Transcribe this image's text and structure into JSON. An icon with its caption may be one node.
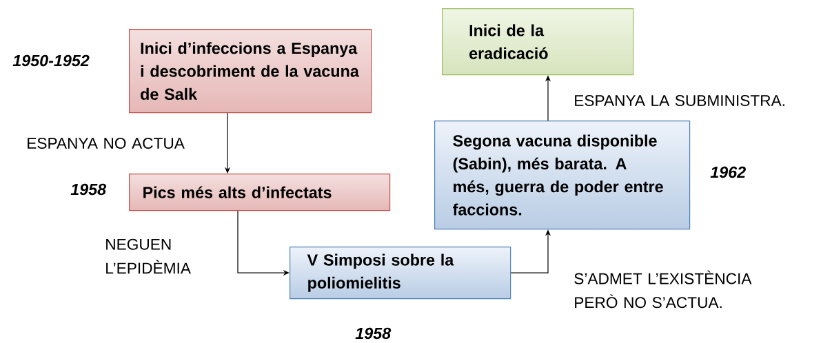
{
  "diagram": {
    "nodes": [
      {
        "text": [
          "Inici d’infeccions a Espanya i descobriment de la vacuna de Salk"
        ],
        "beside": [
          "1950-1952"
        ]
      },
      {
        "text": [
          "Pics més alts d’infectats"
        ],
        "beside": [
          "1958"
        ]
      },
      {
        "text": [
          "V Simposi sobre la poliomielitis"
        ],
        "beside": [
          "1958"
        ]
      },
      {
        "text": [
          "Segona vacuna disponible (Sabin), més barata. A més, guerra de poder entre faccions."
        ],
        "beside": [
          "1962"
        ]
      },
      {
        "text": [
          "Inici de la eradicació"
        ]
      }
    ],
    "edges": [
      {
        "from": 0,
        "to": 1,
        "arrow": "to",
        "label": "ESPANYA NO ACTUA"
      },
      {
        "from": 1,
        "to": 2,
        "arrow": "to",
        "label": "NEGUEN L’EPIDÈMIA"
      },
      {
        "from": 2,
        "to": 3,
        "arrow": "to",
        "label": "S’ADMET L’EXISTÈNCIA PERÒ NO S’ACTUA."
      },
      {
        "from": 3,
        "to": 4,
        "arrow": "to",
        "label": "ESPANYA LA SUBMINISTRA."
      }
    ]
  }
}
